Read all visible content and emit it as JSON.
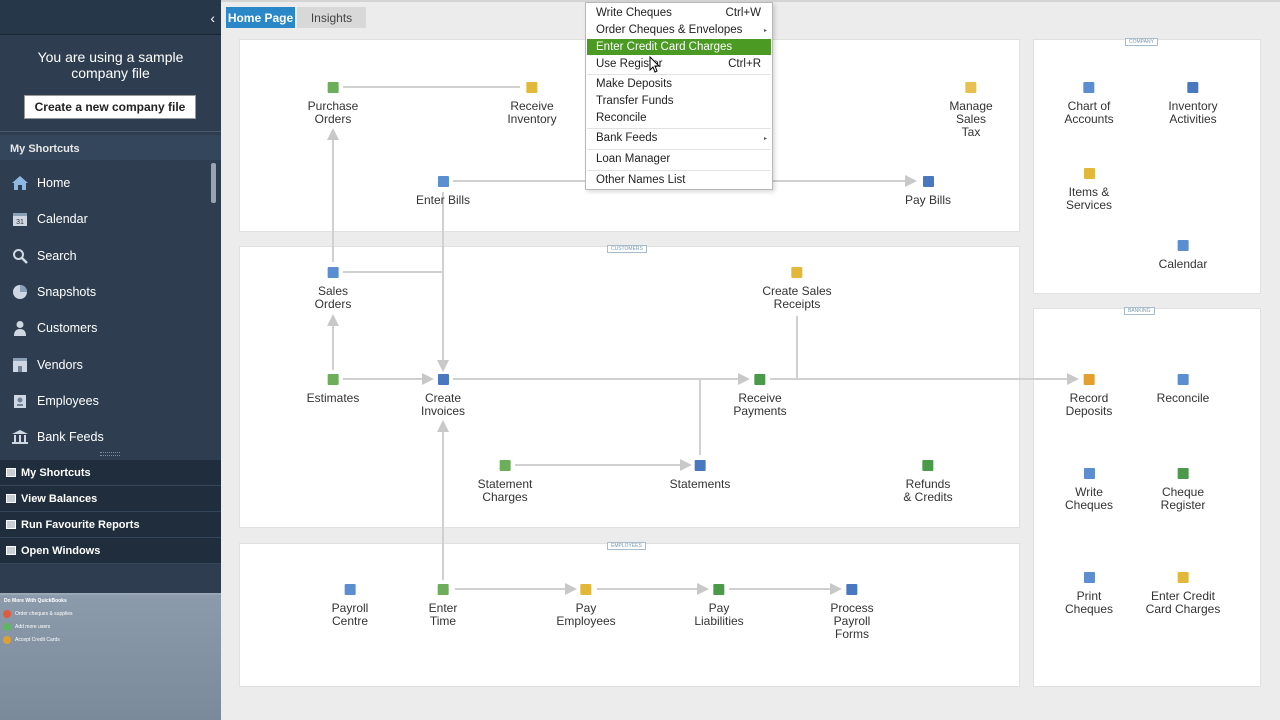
{
  "sidebar": {
    "collapse_glyph": "‹",
    "sample_text": "You are using a sample company file",
    "create_button": "Create a new company file",
    "shortcuts_title": "My Shortcuts",
    "items": [
      {
        "label": "Home",
        "icon": "home-icon"
      },
      {
        "label": "Calendar",
        "icon": "calendar-icon"
      },
      {
        "label": "Search",
        "icon": "search-icon"
      },
      {
        "label": "Snapshots",
        "icon": "pie-chart-icon"
      },
      {
        "label": "Customers",
        "icon": "person-icon"
      },
      {
        "label": "Vendors",
        "icon": "vendor-icon"
      },
      {
        "label": "Employees",
        "icon": "employee-icon"
      },
      {
        "label": "Bank Feeds",
        "icon": "bank-icon"
      }
    ],
    "bottom_tabs": [
      "My Shortcuts",
      "View Balances",
      "Run Favourite Reports",
      "Open Windows"
    ],
    "do_more_title": "Do More With QuickBooks",
    "do_more_items": [
      "Order cheques & supplies",
      "Add more users",
      "Accept Credit Cards"
    ]
  },
  "tabs": {
    "home": "Home Page",
    "insights": "Insights"
  },
  "panels": {
    "customers": "CUSTOMERS",
    "employees": "EMPLOYEES",
    "company": "COMPANY",
    "banking": "BANKING"
  },
  "flow": {
    "purchase_orders": "Purchase\nOrders",
    "receive_inventory": "Receive\nInventory",
    "manage_sales_tax": "Manage\nSales\nTax",
    "enter_bills": "Enter Bills",
    "pay_bills": "Pay Bills",
    "sales_orders": "Sales\nOrders",
    "create_sales_receipts": "Create Sales\nReceipts",
    "estimates": "Estimates",
    "create_invoices": "Create\nInvoices",
    "receive_payments": "Receive\nPayments",
    "statement_charges": "Statement\nCharges",
    "statements": "Statements",
    "refunds_credits": "Refunds\n& Credits",
    "payroll_centre": "Payroll\nCentre",
    "enter_time": "Enter\nTime",
    "pay_employees": "Pay\nEmployees",
    "pay_liabilities": "Pay\nLiabilities",
    "process_payroll_forms": "Process\nPayroll\nForms",
    "chart_of_accounts": "Chart of\nAccounts",
    "inventory_activities": "Inventory\nActivities",
    "items_services": "Items &\nServices",
    "calendar": "Calendar",
    "record_deposits": "Record\nDeposits",
    "reconcile": "Reconcile",
    "write_cheques": "Write\nCheques",
    "cheque_register": "Cheque\nRegister",
    "print_cheques": "Print\nCheques",
    "enter_cc_charges": "Enter Credit\nCard Charges"
  },
  "menu": {
    "items": [
      {
        "label": "Write Cheques",
        "shortcut": "Ctrl+W"
      },
      {
        "label": "Order Cheques & Envelopes",
        "submenu": "▸"
      },
      {
        "label": "Enter Credit Card Charges",
        "highlighted": true
      },
      {
        "label": "Use Register",
        "shortcut": "Ctrl+R"
      },
      {
        "label": "Make Deposits"
      },
      {
        "label": "Transfer Funds"
      },
      {
        "label": "Reconcile"
      },
      {
        "label": "Bank Feeds",
        "submenu": "▸"
      },
      {
        "label": "Loan Manager"
      },
      {
        "label": "Other Names List"
      }
    ]
  },
  "colors": {
    "sidebar": "#2e3e50",
    "accent": "#2a87c8",
    "highlight": "#4a9a23"
  }
}
